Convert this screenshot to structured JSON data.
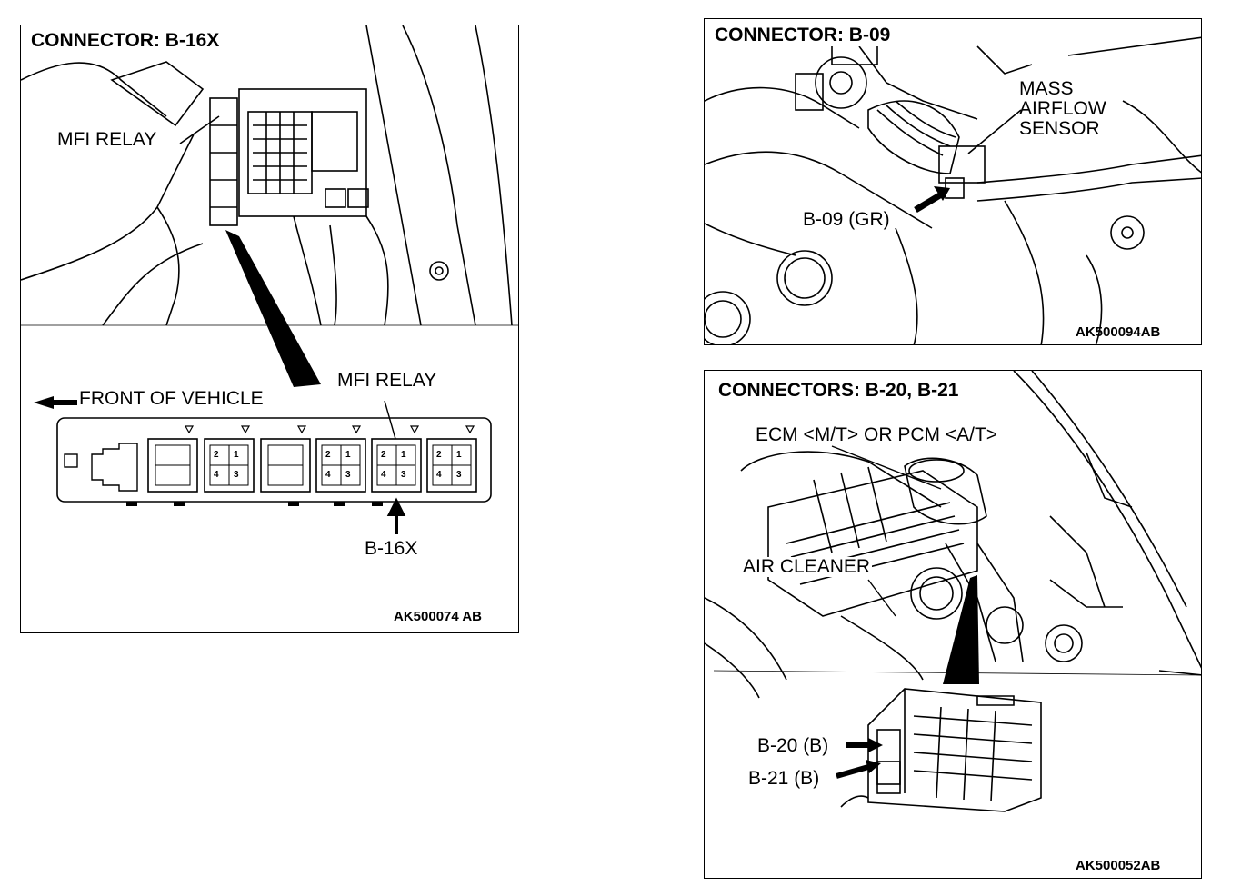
{
  "panel_b16x": {
    "title": "CONNECTOR: B-16X",
    "label_relay_top": "MFI RELAY",
    "label_front": "FRONT OF VEHICLE",
    "label_relay_detail": "MFI RELAY",
    "label_connector": "B-16X",
    "pin_numbers": [
      "2",
      "1",
      "4",
      "3"
    ],
    "code": "AK500074 AB"
  },
  "panel_b09": {
    "title": "CONNECTOR: B-09",
    "label_sensor": [
      "MASS",
      "AIRFLOW",
      "SENSOR"
    ],
    "label_connector": "B-09 (GR)",
    "code": "AK500094AB"
  },
  "panel_b20_b21": {
    "title": "CONNECTORS: B-20, B-21",
    "label_ecm": "ECM <M/T> OR PCM <A/T>",
    "label_air_cleaner": "AIR CLEANER",
    "label_b20": "B-20 (B)",
    "label_b21": "B-21 (B)",
    "code": "AK500052AB"
  }
}
